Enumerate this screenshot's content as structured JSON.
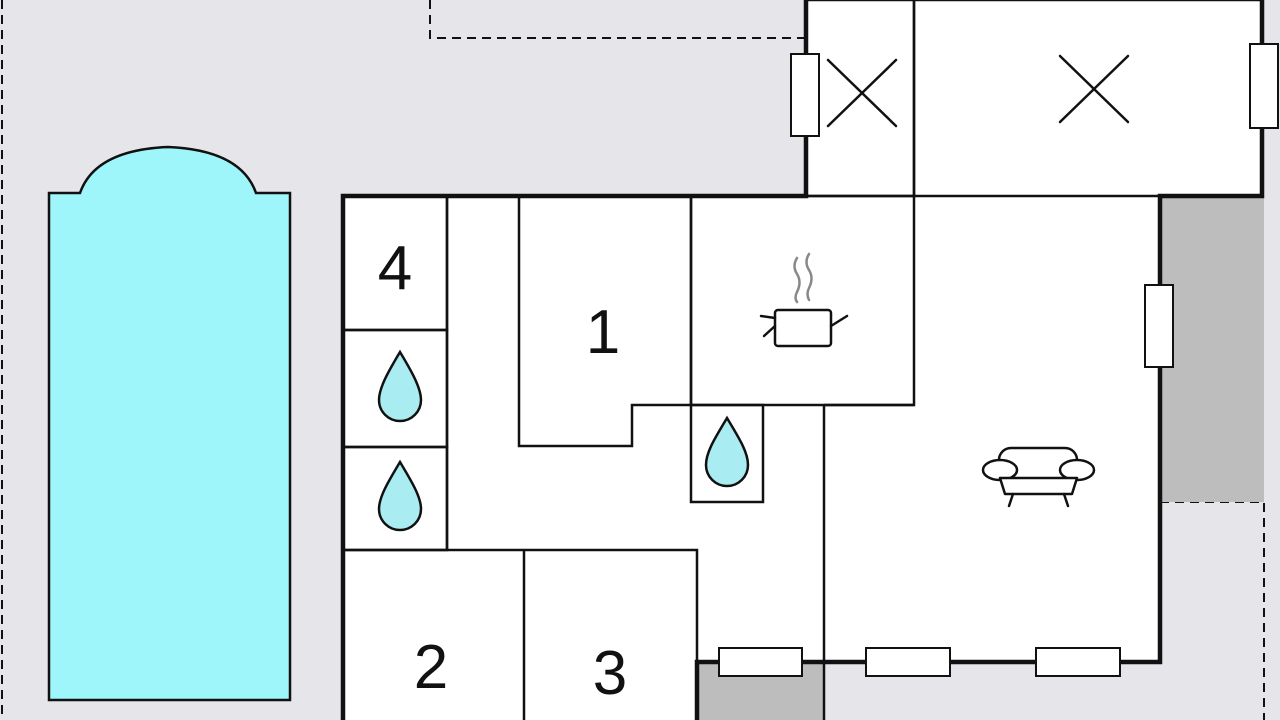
{
  "colors": {
    "background": "#e6e5ea",
    "room_fill": "#ffffff",
    "pool_fill": "#9ef6fb",
    "water_drop_fill": "#a9ecf2",
    "shaded_terrace": "#bdbdbd",
    "wall": "#111111",
    "steam": "#888888"
  },
  "room_labels": {
    "room_1": "1",
    "room_2": "2",
    "room_3": "3",
    "room_4": "4"
  },
  "icons": {
    "bathroom_a": "water-drop-icon",
    "bathroom_b": "water-drop-icon",
    "bathroom_c": "water-drop-icon",
    "kitchen": "cooking-pot-icon",
    "living_room": "sofa-icon",
    "open_room_a": "cross-mark-icon",
    "open_room_b": "cross-mark-icon"
  }
}
